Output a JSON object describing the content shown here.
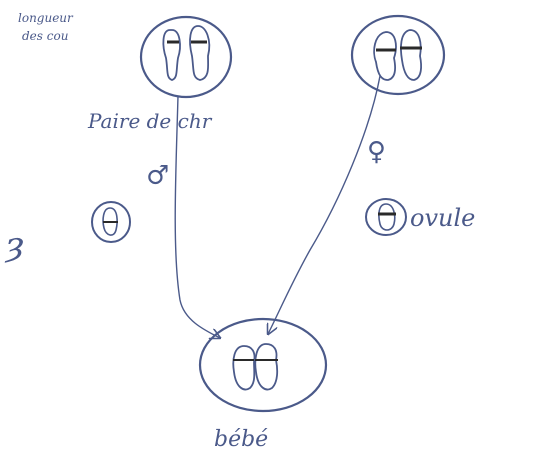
{
  "labels": {
    "corner_note_line1": "longueur",
    "corner_note_line2": "des cou",
    "pair_note": "Paire de chr",
    "male_symbol": "♂",
    "female_symbol": "♀",
    "ovule": "ovule",
    "baby": "bébé",
    "left_margin_mark": "ȝ"
  },
  "colors": {
    "ink": "#4b5a8a",
    "band": "#2a2a2a",
    "paper": "#ffffff"
  }
}
